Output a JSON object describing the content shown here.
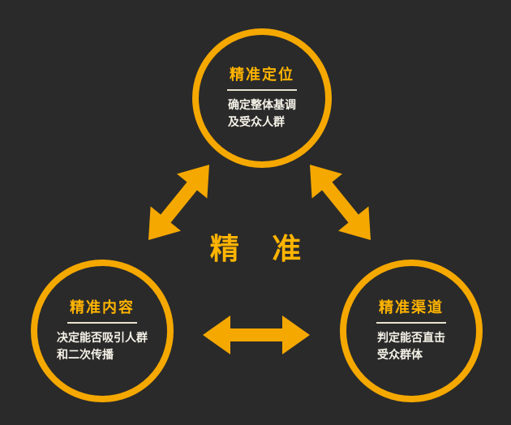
{
  "diagram": {
    "center_label": "精 准",
    "nodes": [
      {
        "id": "positioning",
        "title": "精准定位",
        "line1": "确定整体基调",
        "line2": "及受众人群"
      },
      {
        "id": "content",
        "title": "精准内容",
        "line1": "决定能否吸引人群",
        "line2": "和二次传播"
      },
      {
        "id": "channel",
        "title": "精准渠道",
        "line1": "判定能否直击",
        "line2": "受众群体"
      }
    ],
    "arrows": [
      {
        "id": "arrow-top-to-left",
        "type": "double-headed"
      },
      {
        "id": "arrow-top-to-right",
        "type": "double-headed"
      },
      {
        "id": "arrow-left-to-right",
        "type": "double-headed"
      }
    ]
  },
  "colors": {
    "bg": "#2a2a2a",
    "accent": "#f5a800",
    "title": "#ffb400",
    "subtitle": "#f5f2e8",
    "underline": "#e8e2cf"
  }
}
